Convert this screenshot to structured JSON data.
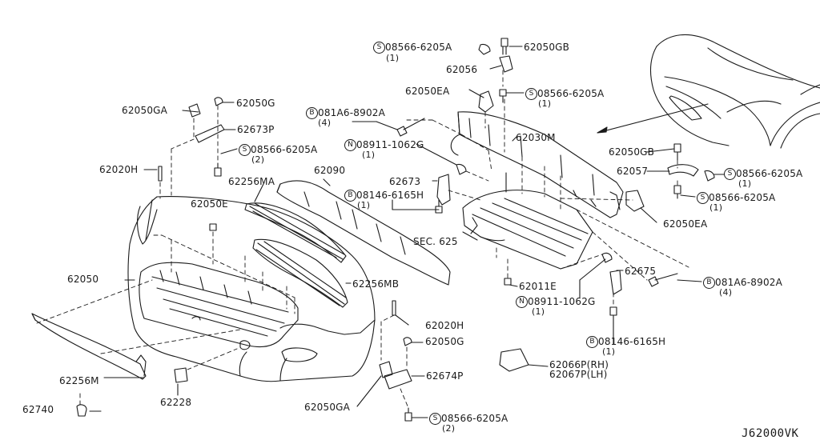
{
  "diagram_code": "J62000VK",
  "callout_marks": {
    "screw": "S",
    "bolt": "B",
    "nut": "N"
  },
  "parts": {
    "p62050GB_top": "62050GB",
    "p62056": "62056",
    "p62050EA_top": "62050EA",
    "p62050GA_left": "62050GA",
    "p62050G_left": "62050G",
    "p62673P": "62673P",
    "p62020H_left": "62020H",
    "p62256MA": "62256MA",
    "p62090": "62090",
    "p62673": "62673",
    "p62030M": "62030M",
    "p62050E": "62050E",
    "p62050": "62050",
    "p62256MB": "62256MB",
    "sec625": "SEC. 625",
    "p62050GB_right": "62050GB",
    "p62057": "62057",
    "p62050EA_right": "62050EA",
    "p62675": "62675",
    "p62011E": "62011E",
    "p62020H_mid": "62020H",
    "p62050G_mid": "62050G",
    "p62066P": "62066P(RH)",
    "p62067P": "62067P(LH)",
    "p62674P": "62674P",
    "p62256M": "62256M",
    "p62228": "62228",
    "p62050GA_bottom": "62050GA",
    "p62740": "62740"
  },
  "fasteners": {
    "s1": {
      "code": "08566-6205A",
      "qty": "(1)"
    },
    "s2": {
      "code": "08566-6205A",
      "qty": "(1)"
    },
    "b1": {
      "code": "081A6-8902A",
      "qty": "(4)"
    },
    "n1": {
      "code": "08911-1062G",
      "qty": "(1)"
    },
    "s3": {
      "code": "08566-6205A",
      "qty": "(2)"
    },
    "b2": {
      "code": "08146-6165H",
      "qty": "(1)"
    },
    "s4": {
      "code": "08566-6205A",
      "qty": "(1)"
    },
    "s5": {
      "code": "08566-6205A",
      "qty": "(1)"
    },
    "b3": {
      "code": "081A6-8902A",
      "qty": "(4)"
    },
    "n2": {
      "code": "08911-1062G",
      "qty": "(1)"
    },
    "b4": {
      "code": "08146-6165H",
      "qty": "(1)"
    },
    "s6": {
      "code": "08566-6205A",
      "qty": "(2)"
    }
  }
}
